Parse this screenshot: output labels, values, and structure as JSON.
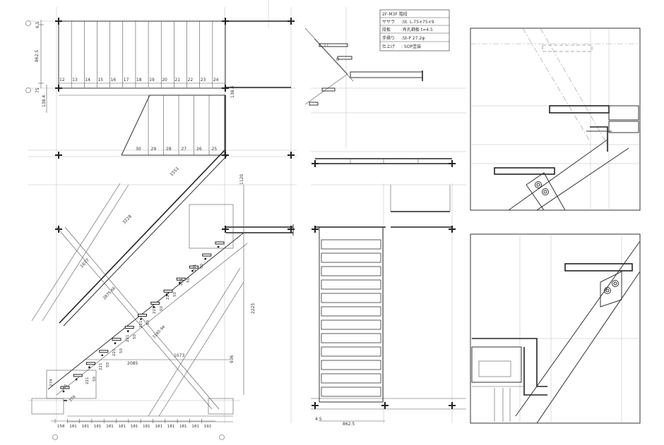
{
  "legend": {
    "title": "2F-M3F 階段",
    "rows": [
      {
        "label": "ササラ",
        "value": ":St. L-75×75×9"
      },
      {
        "label": "段板",
        "value": ":有孔鋼板 t=4.5"
      },
      {
        "label": "手摺り",
        "value": ":St-P 27.2φ"
      },
      {
        "label": "仕上げ",
        "value": ": SOP塗装"
      }
    ]
  },
  "upper_steps": [
    "12",
    "13",
    "14",
    "15",
    "16",
    "17",
    "18",
    "19",
    "20",
    "21",
    "22",
    "23",
    "24"
  ],
  "lower_steps": [
    "30",
    "29",
    "28",
    "27",
    "26",
    "25"
  ],
  "dimensions": {
    "top_left_a": "6.5",
    "top_left_b": "862.5",
    "mid_left_a": "75",
    "mid_left_b": "138.4",
    "mid_right": "138.4",
    "right_1": "1120",
    "right_2": "2225",
    "right_3": "936",
    "diag_1551": "1551",
    "diag_3228": "3228",
    "diag_1677": "1677",
    "diag_2875": "2875.66",
    "diag_3180": "3180.94",
    "h_1073": "1073",
    "h_2085": "2085",
    "bottom_left_274": "274",
    "bottom_left_51": "51",
    "bottom_left_376": "376",
    "plan_width": "862.5",
    "plan_left": "4.5",
    "rise_221": "221",
    "tread_50": "50",
    "bottom_row": [
      "158",
      "181",
      "181",
      "181",
      "181",
      "181",
      "181",
      "181",
      "181",
      "181",
      "181",
      "181",
      "192"
    ]
  }
}
